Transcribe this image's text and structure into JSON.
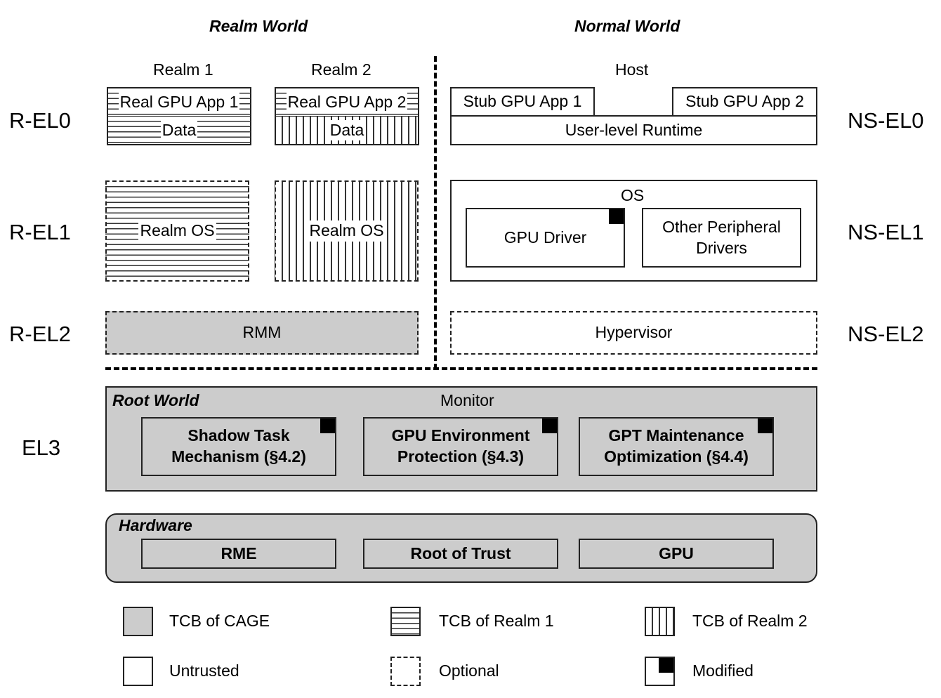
{
  "worlds": {
    "realm": "Realm World",
    "normal": "Normal World",
    "root": "Root World",
    "hardware": "Hardware"
  },
  "levels": {
    "r_el0": "R-EL0",
    "r_el1": "R-EL1",
    "r_el2": "R-EL2",
    "el3": "EL3",
    "ns_el0": "NS-EL0",
    "ns_el1": "NS-EL1",
    "ns_el2": "NS-EL2"
  },
  "realm1": {
    "title": "Realm 1",
    "app": "Real GPU App 1",
    "data": "Data",
    "os": "Realm OS"
  },
  "realm2": {
    "title": "Realm 2",
    "app": "Real GPU App 2",
    "data": "Data",
    "os": "Realm OS"
  },
  "rmm": "RMM",
  "host": {
    "title": "Host",
    "stub1": "Stub GPU App 1",
    "stub2": "Stub GPU App 2",
    "runtime": "User-level Runtime"
  },
  "os": {
    "title": "OS",
    "gpu_driver": "GPU Driver",
    "other_drivers_1": "Other Peripheral",
    "other_drivers_2": "Drivers"
  },
  "hypervisor": "Hypervisor",
  "monitor": {
    "title": "Monitor",
    "shadow_1": "Shadow Task",
    "shadow_2": "Mechanism (§4.2)",
    "gpuenv_1": "GPU Environment",
    "gpuenv_2": "Protection (§4.3)",
    "gpt_1": "GPT Maintenance",
    "gpt_2": "Optimization (§4.4)"
  },
  "hw": {
    "rme": "RME",
    "rot": "Root of Trust",
    "gpu": "GPU"
  },
  "legend": {
    "tcb_cage": "TCB of CAGE",
    "tcb_realm1": "TCB of Realm 1",
    "tcb_realm2": "TCB of Realm 2",
    "untrusted": "Untrusted",
    "optional": "Optional",
    "modified": "Modified"
  },
  "colors": {
    "tcb_fill": "#cccccc",
    "line": "#222222"
  }
}
